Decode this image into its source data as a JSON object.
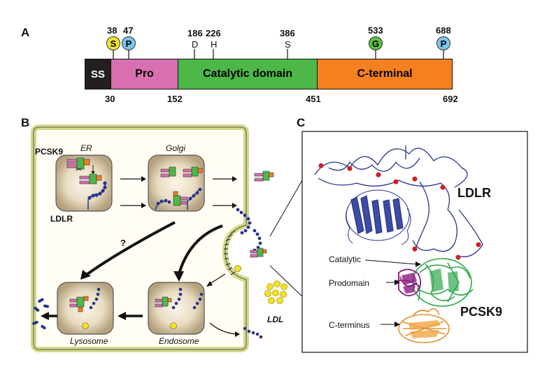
{
  "panel_a": {
    "letter": "A",
    "domains": [
      "SS",
      "Pro",
      "Catalytic domain",
      "C-terminal"
    ],
    "boundaries": [
      "30",
      "152",
      "451",
      "692"
    ],
    "sites": [
      {
        "pos": "38",
        "code": "S",
        "circle": true,
        "color": "#f0e62a"
      },
      {
        "pos": "47",
        "code": "P",
        "circle": true,
        "color": "#7cc4ec"
      },
      {
        "pos": "186",
        "code": "D",
        "circle": false
      },
      {
        "pos": "226",
        "code": "H",
        "circle": false
      },
      {
        "pos": "386",
        "code": "S",
        "circle": false
      },
      {
        "pos": "533",
        "code": "G",
        "circle": true,
        "color": "#5bbf45"
      },
      {
        "pos": "688",
        "code": "P",
        "circle": true,
        "color": "#7cc4ec"
      }
    ],
    "colors": {
      "ss": "#231f20",
      "pro": "#d86fb0",
      "catalytic": "#4db848",
      "cterm": "#f4801f"
    }
  },
  "panel_b": {
    "letter": "B",
    "labels": {
      "pcsk9": "PCSK9",
      "er": "ER",
      "golgi": "Golgi",
      "ldlr": "LDLR",
      "question": "?",
      "lysosome": "Lysosome",
      "endosome": "Endosome",
      "ldl": "LDL"
    }
  },
  "panel_c": {
    "letter": "C",
    "labels": {
      "ldlr": "LDLR",
      "catalytic": "Catalytic",
      "prodomain": "Prodomain",
      "cterminus": "C-terminus",
      "pcsk9": "PCSK9"
    },
    "colors": {
      "ldlr": "#27348b",
      "prodomain": "#8e1a7e",
      "catalytic": "#2ea84a",
      "cterminus": "#e6902a"
    }
  }
}
